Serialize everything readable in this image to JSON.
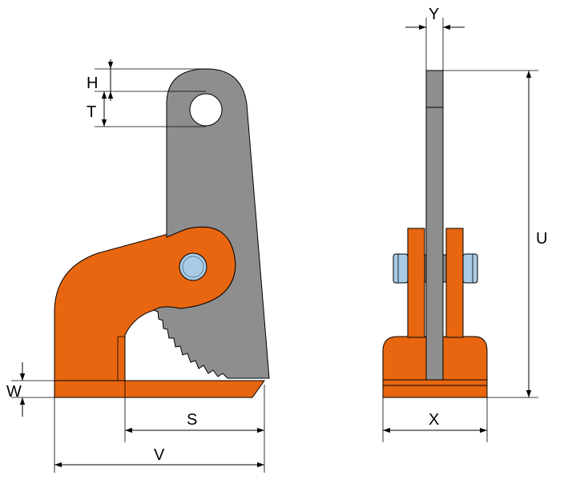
{
  "colors": {
    "body": "#e8660f",
    "jaw": "#8e8e8e",
    "pin": "#a9cbe6",
    "outline": "#000000",
    "background": "#ffffff"
  },
  "dimensions": {
    "H": "H",
    "T": "T",
    "W": "W",
    "S": "S",
    "V": "V",
    "Y": "Y",
    "U": "U",
    "X": "X"
  }
}
